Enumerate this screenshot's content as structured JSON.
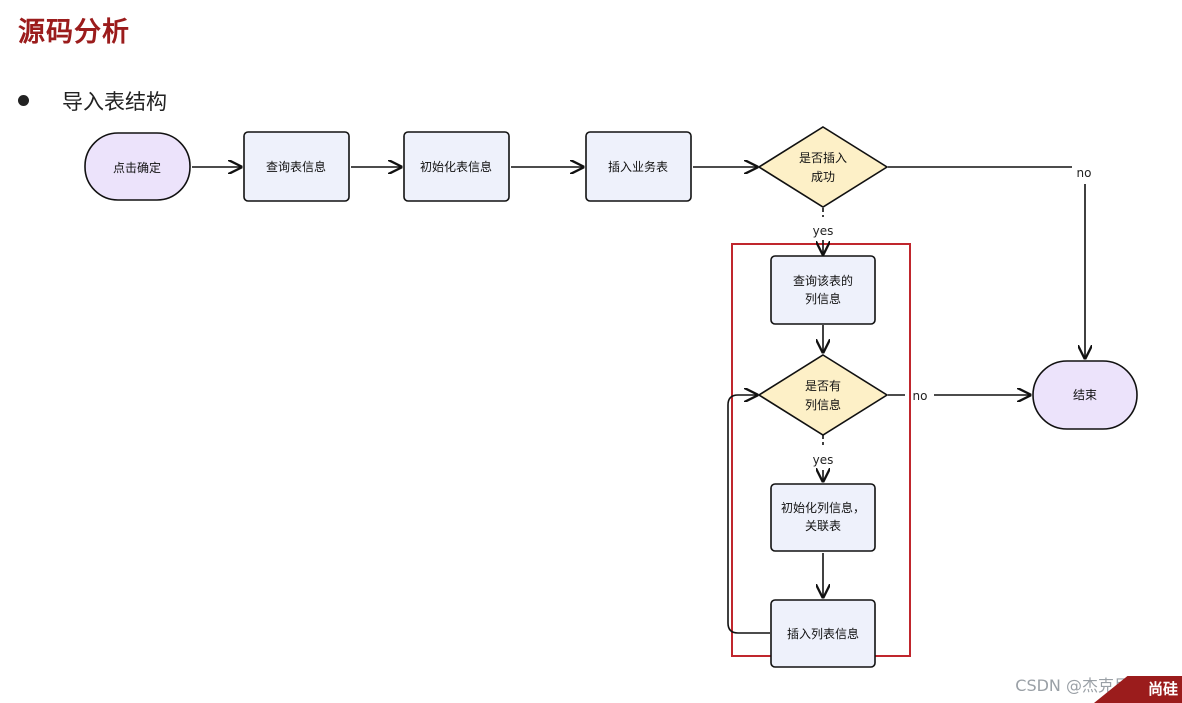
{
  "slide": {
    "title": "源码分析",
    "bullet": "导入表结构"
  },
  "flow": {
    "start": "点击确定",
    "query_table": "查询表信息",
    "init_table": "初始化表信息",
    "insert_business": "插入业务表",
    "decision_insert": [
      "是否插入",
      "成功"
    ],
    "query_columns": [
      "查询该表的",
      "列信息"
    ],
    "decision_columns": [
      "是否有",
      "列信息"
    ],
    "init_columns": [
      "初始化列信息，",
      "关联表"
    ],
    "insert_columns": "插入列表信息",
    "end": "结束"
  },
  "edge_labels": {
    "insert_no": "no",
    "insert_yes": "yes",
    "columns_no": "no",
    "columns_yes": "yes"
  },
  "colors": {
    "title": "#9b1c1c",
    "terminal_fill": "#ece3fb",
    "process_fill": "#eef1fb",
    "decision_fill": "#fdf0c7",
    "highlight_border": "#c0262d"
  },
  "watermark": "CSDN @杰克尼",
  "corner_logo": "尚硅"
}
